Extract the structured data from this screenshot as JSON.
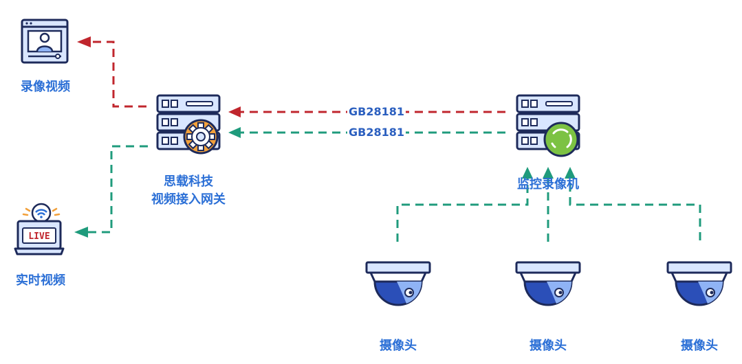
{
  "nodes": {
    "recorded_video": {
      "label": "录像视频",
      "icon": "video-player-icon"
    },
    "gateway": {
      "label_line1": "思载科技",
      "label_line2": "视频接入网关",
      "icon": "server-gear-icon"
    },
    "nvr": {
      "label": "监控录像机",
      "icon": "server-refresh-icon"
    },
    "live_video": {
      "label": "实时视频",
      "icon": "live-laptop-icon",
      "badge": "LIVE"
    },
    "cameras": [
      {
        "label": "摄像头",
        "icon": "dome-camera-icon"
      },
      {
        "label": "摄像头",
        "icon": "dome-camera-icon"
      },
      {
        "label": "摄像头",
        "icon": "dome-camera-icon"
      }
    ]
  },
  "links": {
    "playback_protocol": "GB28181",
    "live_protocol": "GB28181"
  },
  "colors": {
    "playback_line": "#c0262d",
    "live_line": "#1f9b7c",
    "label_text": "#2b6fd6",
    "outline": "#1d2a5a",
    "server_fill": "#d9e6ff",
    "gear_orange": "#f2a03a",
    "nvr_green": "#7cc243"
  }
}
